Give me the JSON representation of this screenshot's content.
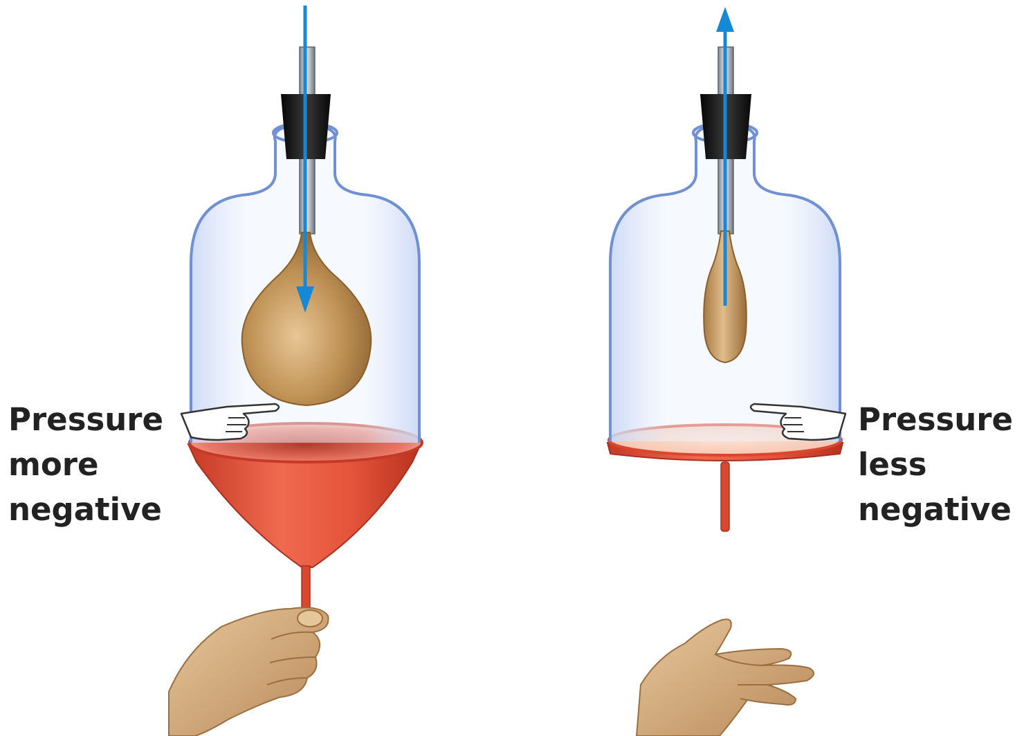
{
  "labels": {
    "left": {
      "line1": "Pressure",
      "line2": "more",
      "line3": "negative"
    },
    "right": {
      "line1": "Pressure",
      "line2": "less",
      "line3": "negative"
    }
  },
  "colors": {
    "background": "#ffffff",
    "label_text": "#222222",
    "arrow": "#1588d6",
    "bell_jar_outline": "#6f90d4",
    "bell_jar_fill": "#dfe8fb",
    "balloon": "#b98850",
    "diaphragm": "#e0533b",
    "stopper": "#1e1e1e",
    "skin": "#d2ad80"
  },
  "icons": {
    "left_hand_pulling": "hand-pulling-icon",
    "right_hand_open": "open-hand-icon",
    "pointing_hands": "pointing-hand-icon"
  }
}
